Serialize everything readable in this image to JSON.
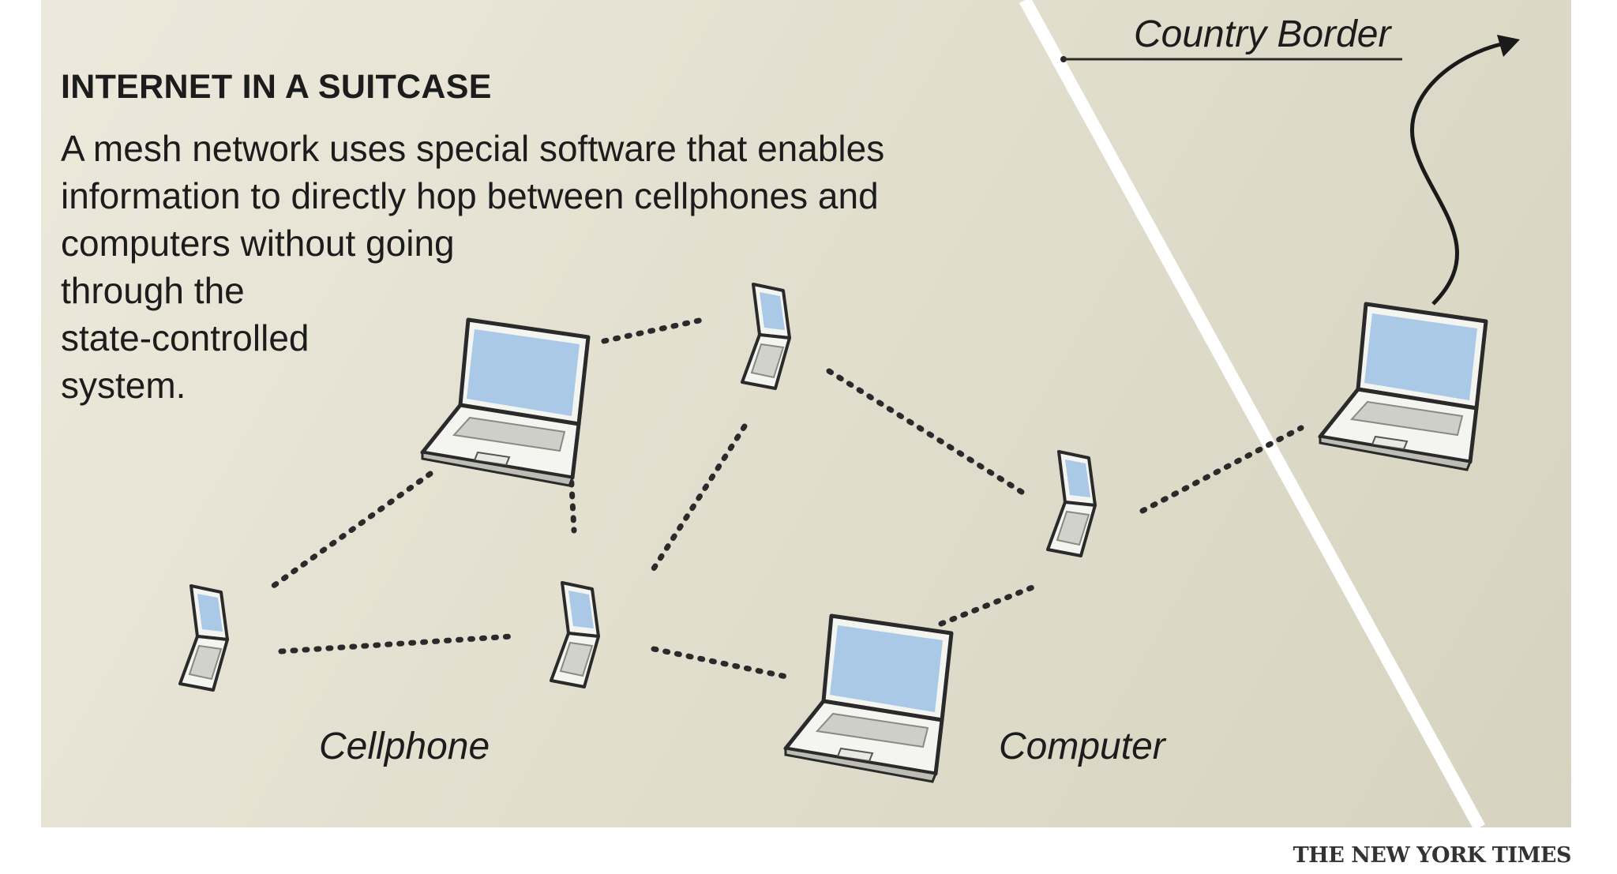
{
  "header": {
    "title": "INTERNET IN A SUITCASE",
    "description": [
      "A mesh network uses special software that enables",
      "information to directly hop between cellphones and",
      "computers without going",
      "through the",
      "state-controlled",
      "system."
    ]
  },
  "labels": {
    "border": "Country Border",
    "cellphone": "Cellphone",
    "computer": "Computer"
  },
  "credit": "THE NEW YORK TIMES",
  "colors": {
    "background": "#e6e2d3",
    "screen": "#a9c9e6",
    "outline": "#2a2a2a",
    "border_line": "#ffffff"
  },
  "devices": [
    {
      "id": "laptop-top-left",
      "type": "laptop"
    },
    {
      "id": "phone-top-middle",
      "type": "phone"
    },
    {
      "id": "phone-bottom-left",
      "type": "phone"
    },
    {
      "id": "phone-bottom-middle",
      "type": "phone"
    },
    {
      "id": "laptop-bottom-center",
      "type": "laptop"
    },
    {
      "id": "phone-right",
      "type": "phone"
    },
    {
      "id": "laptop-across-border",
      "type": "laptop"
    }
  ]
}
